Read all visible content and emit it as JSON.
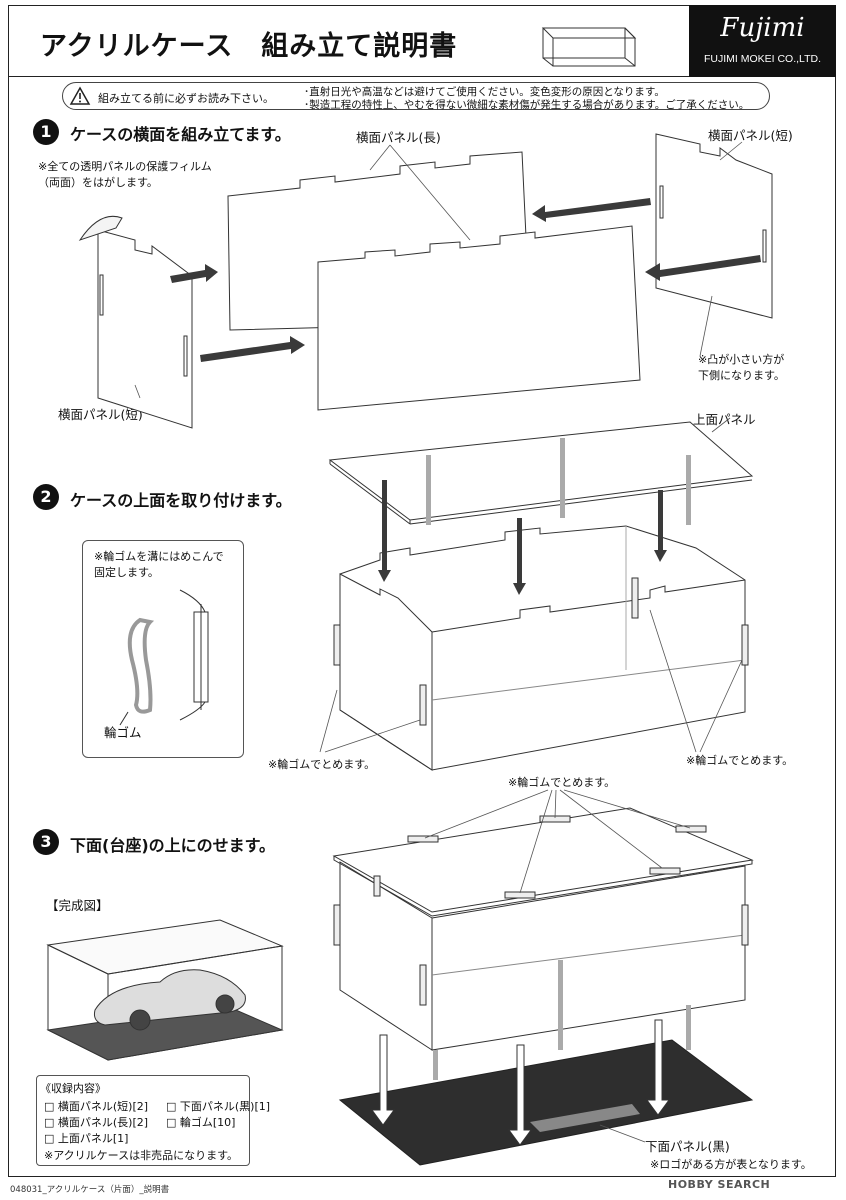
{
  "header": {
    "title": "アクリルケース　組み立て説明書",
    "logo_mark": "Fujimi",
    "logo_sub": "FUJIMI MOKEI CO.,LTD."
  },
  "caution": {
    "lead": "組み立てる前に必ずお読み下さい。",
    "line1": "･直射日光や高温などは避けてご使用ください。変色変形の原因となります。",
    "line2": "･製造工程の特性上、やむを得ない微細な素材傷が発生する場合があります。ご了承ください。"
  },
  "step1": {
    "number": "1",
    "title": "ケースの横面を組み立てます。",
    "note_film": "※全ての透明パネルの保護フィルム\n（両面）をはがします。",
    "label_long": "横面パネル(長)",
    "label_short_right": "横面パネル(短)",
    "label_short_left": "横面パネル(短)",
    "note_tab": "※凸が小さい方が\n下側になります。"
  },
  "step2": {
    "number": "2",
    "title": "ケースの上面を取り付けます。",
    "label_top": "上面パネル",
    "note_band": "※輪ゴムを溝にはめこんで\n固定します。",
    "label_band": "輪ゴム",
    "note_left": "※輪ゴムでとめます。",
    "note_right": "※輪ゴムでとめます。"
  },
  "step3": {
    "number": "3",
    "title": "下面(台座)の上にのせます。",
    "note_top": "※輪ゴムでとめます。",
    "finished_label": "【完成図】",
    "label_bottom": "下面パネル(黒)",
    "note_logo": "※ロゴがある方が表となります。"
  },
  "contents": {
    "heading": "《収録内容》",
    "items": [
      "横面パネル(短)[2]",
      "下面パネル(黒)[1]",
      "横面パネル(長)[2]",
      "輪ゴム[10]",
      "上面パネル[1]"
    ],
    "note": "※アクリルケースは非売品になります。"
  },
  "footer": {
    "code": "048031_アクリルケース（片面）_説明書",
    "watermark": "HOBBY SEARCH"
  },
  "colors": {
    "arrow": "#3a3a3a",
    "base": "#2e2e2e",
    "logo_bg": "#111111"
  }
}
